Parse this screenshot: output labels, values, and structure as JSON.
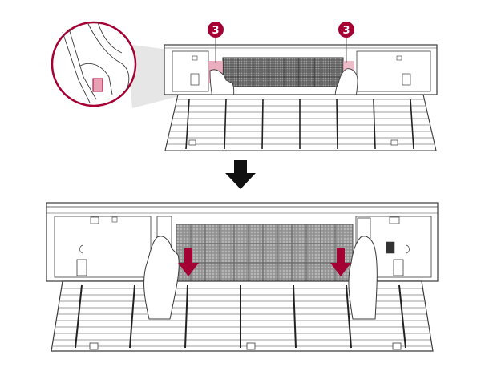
{
  "steps": {
    "step_badge_left": "3",
    "step_badge_right": "3"
  },
  "icons": {
    "zoom": "magnifier-detail-circle",
    "transition": "down-arrow-icon",
    "push_down": "push-down-arrow-icon",
    "hand": "hand-icon"
  },
  "colors": {
    "accent": "#a50034",
    "line": "#3a3a3a",
    "filter": "#9a9a9a",
    "hand_highlight": "#e8a0b4"
  }
}
